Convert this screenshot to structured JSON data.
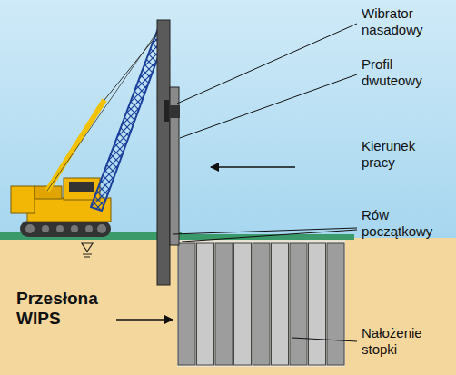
{
  "diagram": {
    "labels": [
      "Wibrator nasadowy",
      "Profil dwuteowy",
      "Kierunek pracy",
      "Rów początkowy",
      "Przesłona WIPS",
      "Nałożenie stopki"
    ]
  }
}
